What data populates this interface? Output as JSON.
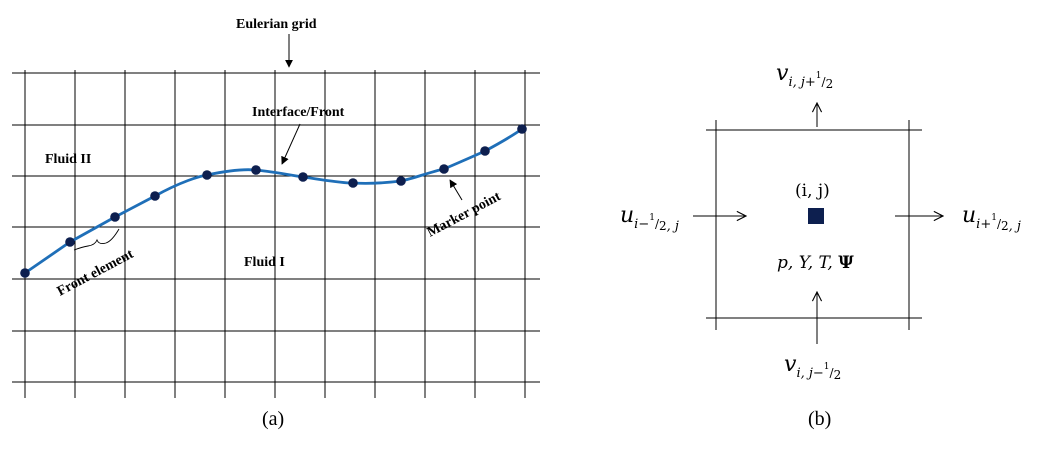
{
  "panel_a": {
    "eulerian_grid_label": "Eulerian grid",
    "interface_label": "Interface/Front",
    "fluid_upper_label": "Fluid II",
    "fluid_lower_label": "Fluid I",
    "front_element_label": "Front element",
    "marker_point_label": "Marker point",
    "caption": "(a)",
    "colors": {
      "curve": "#1f6fb8",
      "marker": "#0d1f4f",
      "grid": "#000000"
    }
  },
  "panel_b": {
    "caption": "(b)",
    "cell_center_label": "(i, j)",
    "cell_vars_main": "p, Y, T, ",
    "cell_vars_bold": "Ψ",
    "v_top": {
      "base": "v",
      "sub": "i, j+",
      "frac_num": "1",
      "frac_den": "2"
    },
    "v_bottom": {
      "base": "v",
      "sub": "i, j−",
      "frac_num": "1",
      "frac_den": "2"
    },
    "u_left": {
      "base": "u",
      "sub_pre": "i−",
      "frac_num": "1",
      "frac_den": "2",
      "sub_post": ", j"
    },
    "u_right": {
      "base": "u",
      "sub_pre": "i+",
      "frac_num": "1",
      "frac_den": "2",
      "sub_post": ", j"
    },
    "colors": {
      "center_marker": "#0d1f4f"
    }
  }
}
